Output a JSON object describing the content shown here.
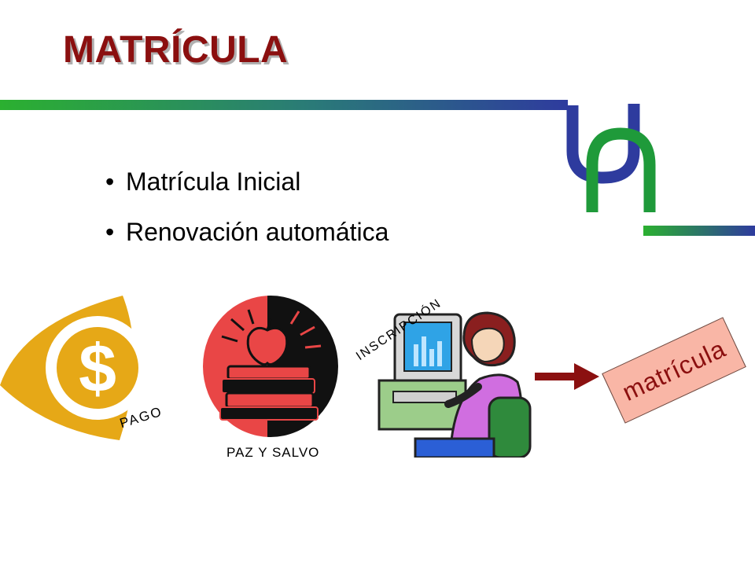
{
  "slide": {
    "title": "MATRÍCULA",
    "bullets": [
      {
        "label": "Matrícula Inicial"
      },
      {
        "label": "Renovación automática"
      }
    ],
    "bullet_glyph": "•",
    "steps": {
      "pago_label": "PAGO",
      "paz_label": "PAZ Y SALVO",
      "inscripcion_label": "INSCRIPCIÓN"
    },
    "result_label": "matrícula"
  },
  "colors": {
    "title": "#8b0f0f",
    "logo_green": "#1f9a3a",
    "logo_blue": "#2e3b9e",
    "coin_gold": "#e6a817",
    "apple_red": "#e94646",
    "arrow": "#8b1010",
    "badge_fill": "#f9b6a6"
  },
  "icons": [
    "dollar-coin-icon",
    "books-apple-icon",
    "computer-user-icon",
    "arrow-right-icon",
    "university-logo-icon"
  ]
}
